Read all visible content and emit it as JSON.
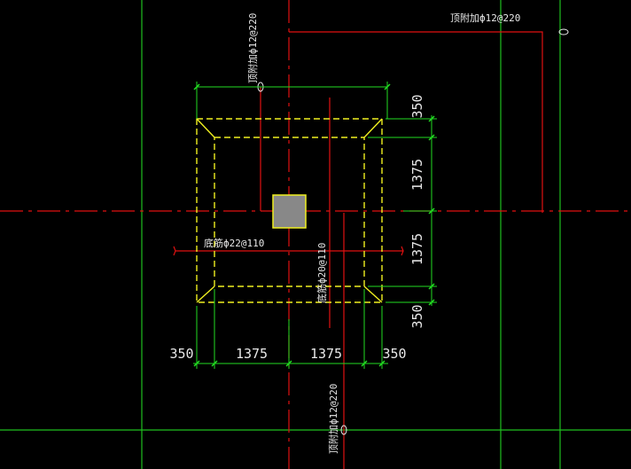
{
  "colors": {
    "background": "#000000",
    "axis_red": "#e01010",
    "grid_green": "#1fbf1f",
    "dim_green": "#22dd22",
    "outline_yellow": "#f0f020",
    "dim_text": "#e8e8e8",
    "column_fill": "#888888"
  },
  "dimensions": {
    "bottom": [
      "350",
      "1375",
      "1375",
      "350"
    ],
    "right": [
      "350",
      "1375",
      "1375",
      "350"
    ]
  },
  "annotations": {
    "top_right_rebar": "顶附加ф12@220",
    "top_vertical_rebar": "顶附加ф12@220",
    "bottom_x_rebar": "底筋ф22@110",
    "bottom_y_rebar": "底筋ф20@110",
    "bottom_vertical_rebar": "顶附加ф12@220"
  },
  "column_marker": "column-section"
}
